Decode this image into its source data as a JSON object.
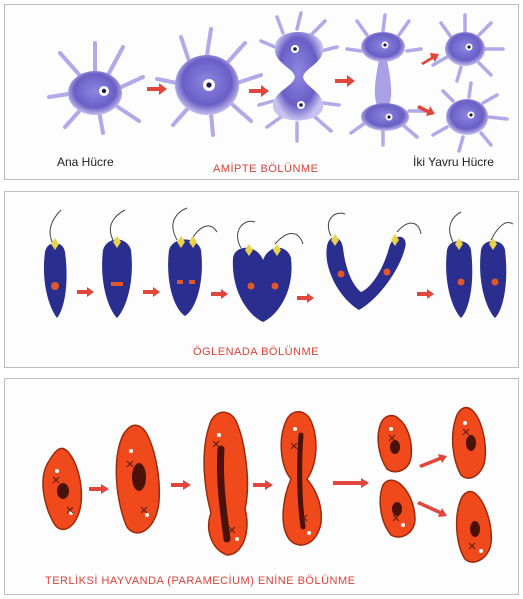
{
  "panels": {
    "amoeba": {
      "caption": "AMİPTE BÖLÜNME",
      "left_label": "Ana Hücre",
      "right_label": "İki Yavru Hücre"
    },
    "euglena": {
      "caption": "ÖGLENADA BÖLÜNME"
    },
    "paramecium": {
      "caption": "TERLİKSİ HAYVANDA (PARAMECİUM) ENİNE BÖLÜNME"
    }
  },
  "colors": {
    "amoeba_body": "#6f63c9",
    "amoeba_halo": "#c9c3f0",
    "euglena_body": "#2a2f8f",
    "euglena_chloroplast": "#e8d24a",
    "paramecium_body": "#f04a1c",
    "paramecium_outline": "#9b2a0c",
    "arrow": "#e0463c",
    "caption": "#d8433a"
  }
}
